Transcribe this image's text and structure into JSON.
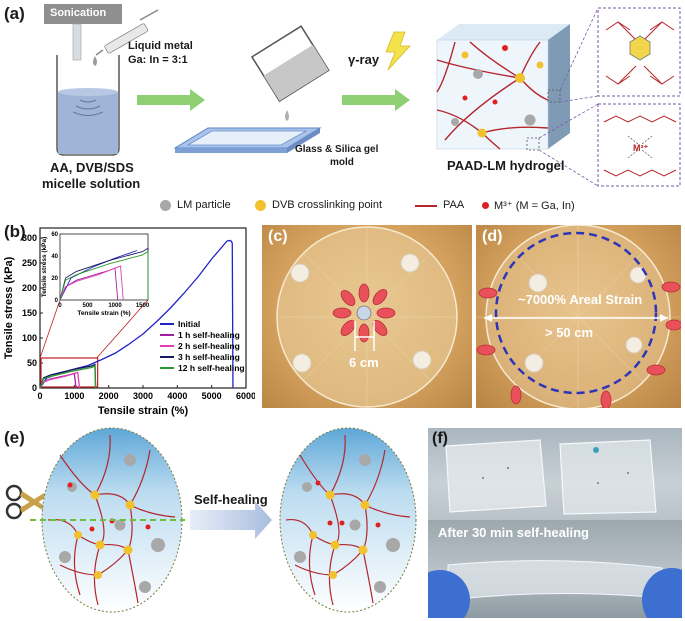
{
  "panels": {
    "a": "(a)",
    "b": "(b)",
    "c": "(c)",
    "d": "(d)",
    "e": "(e)",
    "f": "(f)"
  },
  "panel_a": {
    "sonication": "Sonication",
    "liquid_metal_line1": "Liquid metal",
    "liquid_metal_line2": "Ga: In = 3:1",
    "gamma_ray": "γ-ray",
    "mold_line1": "Glass & Silica gel",
    "mold_line2": "mold",
    "solution_line1": "AA, DVB/SDS",
    "solution_line2": "micelle solution",
    "hydrogel": "PAAD-LM hydrogel",
    "coord_ion": "M³⁺"
  },
  "legend": {
    "lm_particle": "LM particle",
    "dvb": "DVB crosslinking point",
    "paa": "PAA",
    "metal_ion": "M³⁺ (M = Ga, In)"
  },
  "colors": {
    "lm_particle": "#a8a8a8",
    "dvb": "#f2c12e",
    "paa": "#b3262c",
    "metal_ion": "#e02020",
    "arrow": "#8ecf73"
  },
  "chart_data": {
    "type": "line",
    "xlabel": "Tensile strain (%)",
    "ylabel": "Tensile stress (kPa)",
    "xlim": [
      0,
      6000
    ],
    "ylim": [
      0,
      320
    ],
    "xticks": [
      0,
      1000,
      2000,
      3000,
      4000,
      5000,
      6000
    ],
    "yticks": [
      0,
      50,
      100,
      150,
      200,
      250,
      300
    ],
    "legend_position": "lower-right",
    "series": [
      {
        "name": "Initial",
        "color": "#2323c8",
        "x": [
          0,
          200,
          600,
          1000,
          1400,
          1800,
          2200,
          2600,
          3000,
          3400,
          3800,
          4200,
          4600,
          5000,
          5300,
          5450,
          5550,
          5600,
          5620
        ],
        "y": [
          0,
          20,
          30,
          38,
          45,
          57,
          70,
          88,
          108,
          133,
          160,
          190,
          222,
          258,
          282,
          294,
          295,
          290,
          0
        ]
      },
      {
        "name": "1 h self-healing",
        "color": "#a020a0",
        "x": [
          0,
          100,
          300,
          500,
          700,
          900,
          1000,
          1050
        ],
        "y": [
          0,
          12,
          18,
          21,
          24,
          27,
          29,
          0
        ]
      },
      {
        "name": "2 h self-healing",
        "color": "#e040b0",
        "x": [
          0,
          100,
          300,
          500,
          700,
          900,
          1100,
          1150
        ],
        "y": [
          0,
          12,
          17,
          20,
          23,
          27,
          31,
          0
        ]
      },
      {
        "name": "3 h self-healing",
        "color": "#1a1a60",
        "x": [
          0,
          100,
          300,
          600,
          900,
          1200,
          1500,
          1600,
          1620
        ],
        "y": [
          0,
          20,
          26,
          31,
          36,
          40,
          44,
          47,
          0
        ]
      },
      {
        "name": "12 h self-healing",
        "color": "#2a9a2a",
        "x": [
          0,
          100,
          300,
          600,
          900,
          1200,
          1500,
          1600,
          1620
        ],
        "y": [
          0,
          18,
          23,
          28,
          33,
          37,
          41,
          44,
          0
        ]
      }
    ],
    "inset": {
      "xlabel": "Tensile strain (%)",
      "ylabel": "Tensile stress (kPa)",
      "xlim": [
        0,
        1600
      ],
      "ylim": [
        0,
        60
      ],
      "xticks": [
        0,
        500,
        1000,
        1500
      ],
      "yticks": [
        0,
        20,
        40,
        60
      ]
    }
  },
  "panel_c": {
    "dimension": "6 cm"
  },
  "panel_d": {
    "areal_strain": "~7000% Areal Strain",
    "diameter": "> 50 cm"
  },
  "panel_e": {
    "self_healing": "Self-healing"
  },
  "panel_f": {
    "caption": "After 30 min self-healing"
  }
}
